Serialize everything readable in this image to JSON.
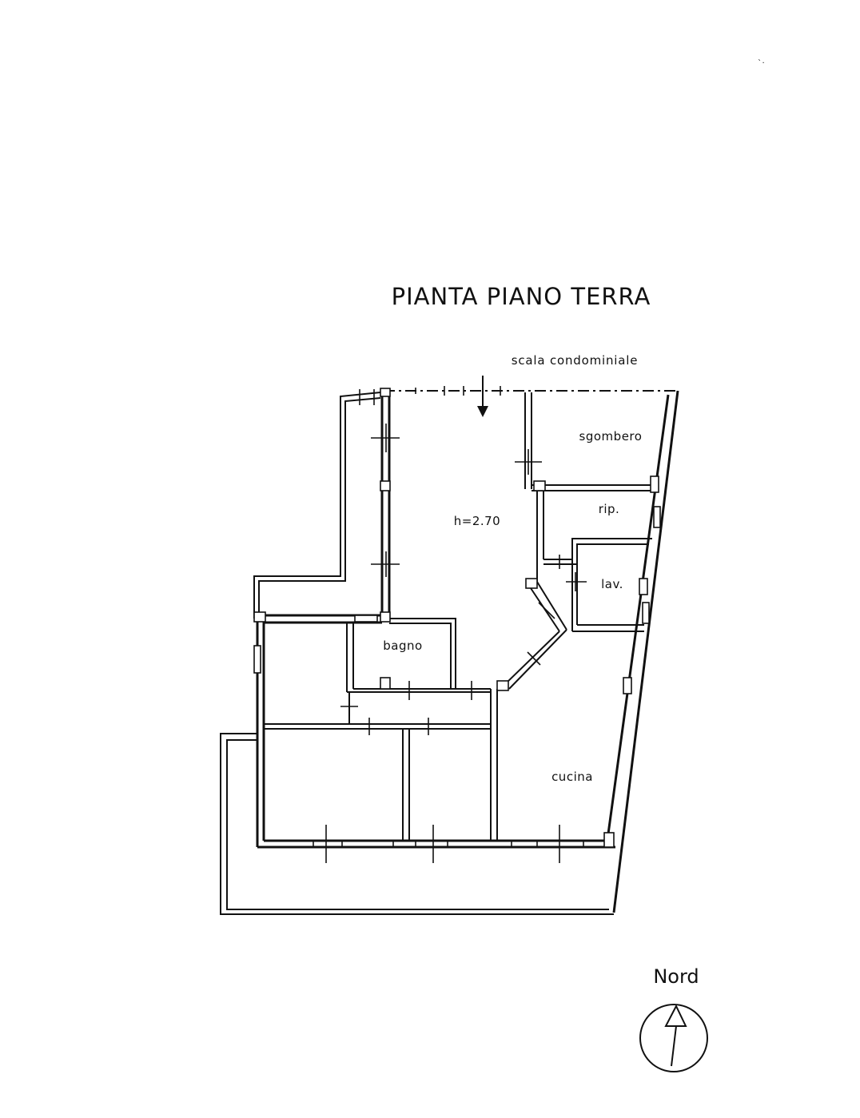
{
  "plan": {
    "title": "PIANTA  PIANO  TERRA",
    "stair_label": "scala  condominiale",
    "height_label": "h=2.70",
    "scan_mark": "`·"
  },
  "rooms": {
    "sgombero": "sgombero",
    "rip": "rip.",
    "lav": "lav.",
    "bagno": "bagno",
    "cucina": "cucina"
  },
  "compass": {
    "label": "Nord"
  }
}
